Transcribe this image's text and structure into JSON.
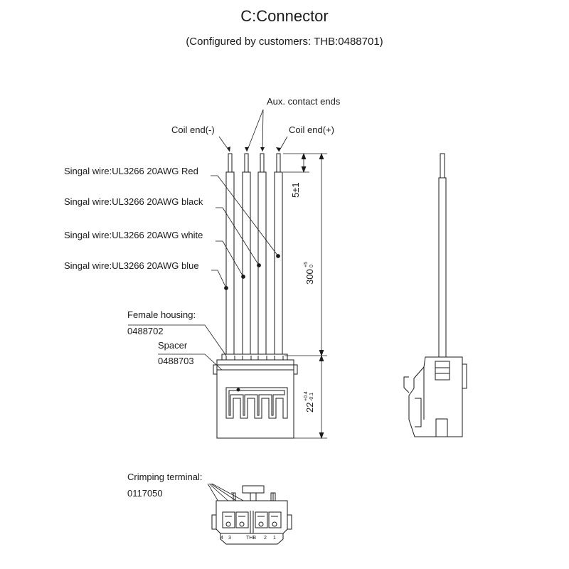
{
  "title": "C:Connector",
  "subtitle": "(Configured by customers: THB:0488701)",
  "labels": {
    "aux_contact_ends": "Aux. contact ends",
    "coil_end_minus": "Coil end(-)",
    "coil_end_plus": "Coil end(+)",
    "wire_red": "Singal wire:UL3266 20AWG Red",
    "wire_black": "Singal wire:UL3266 20AWG black",
    "wire_white": "Singal wire:UL3266 20AWG white",
    "wire_blue": "Singal wire:UL3266 20AWG blue",
    "female_housing": "Female housing:",
    "female_housing_pn": "0488702",
    "spacer": "Spacer",
    "spacer_pn": "0488703",
    "crimping_terminal": "Crimping terminal:",
    "crimping_terminal_pn": "0117050"
  },
  "dimensions": {
    "strip_len": "5±1",
    "wire_len_base": "300",
    "wire_len_tol_plus": "+5",
    "wire_len_tol_minus": "0",
    "housing_h_base": "22",
    "housing_h_tol_plus": "+0.4",
    "housing_h_tol_minus": "-0.1"
  },
  "pin_labels": {
    "p4": "4",
    "p3": "3",
    "thb": "THB",
    "p2": "2",
    "p1": "1"
  }
}
